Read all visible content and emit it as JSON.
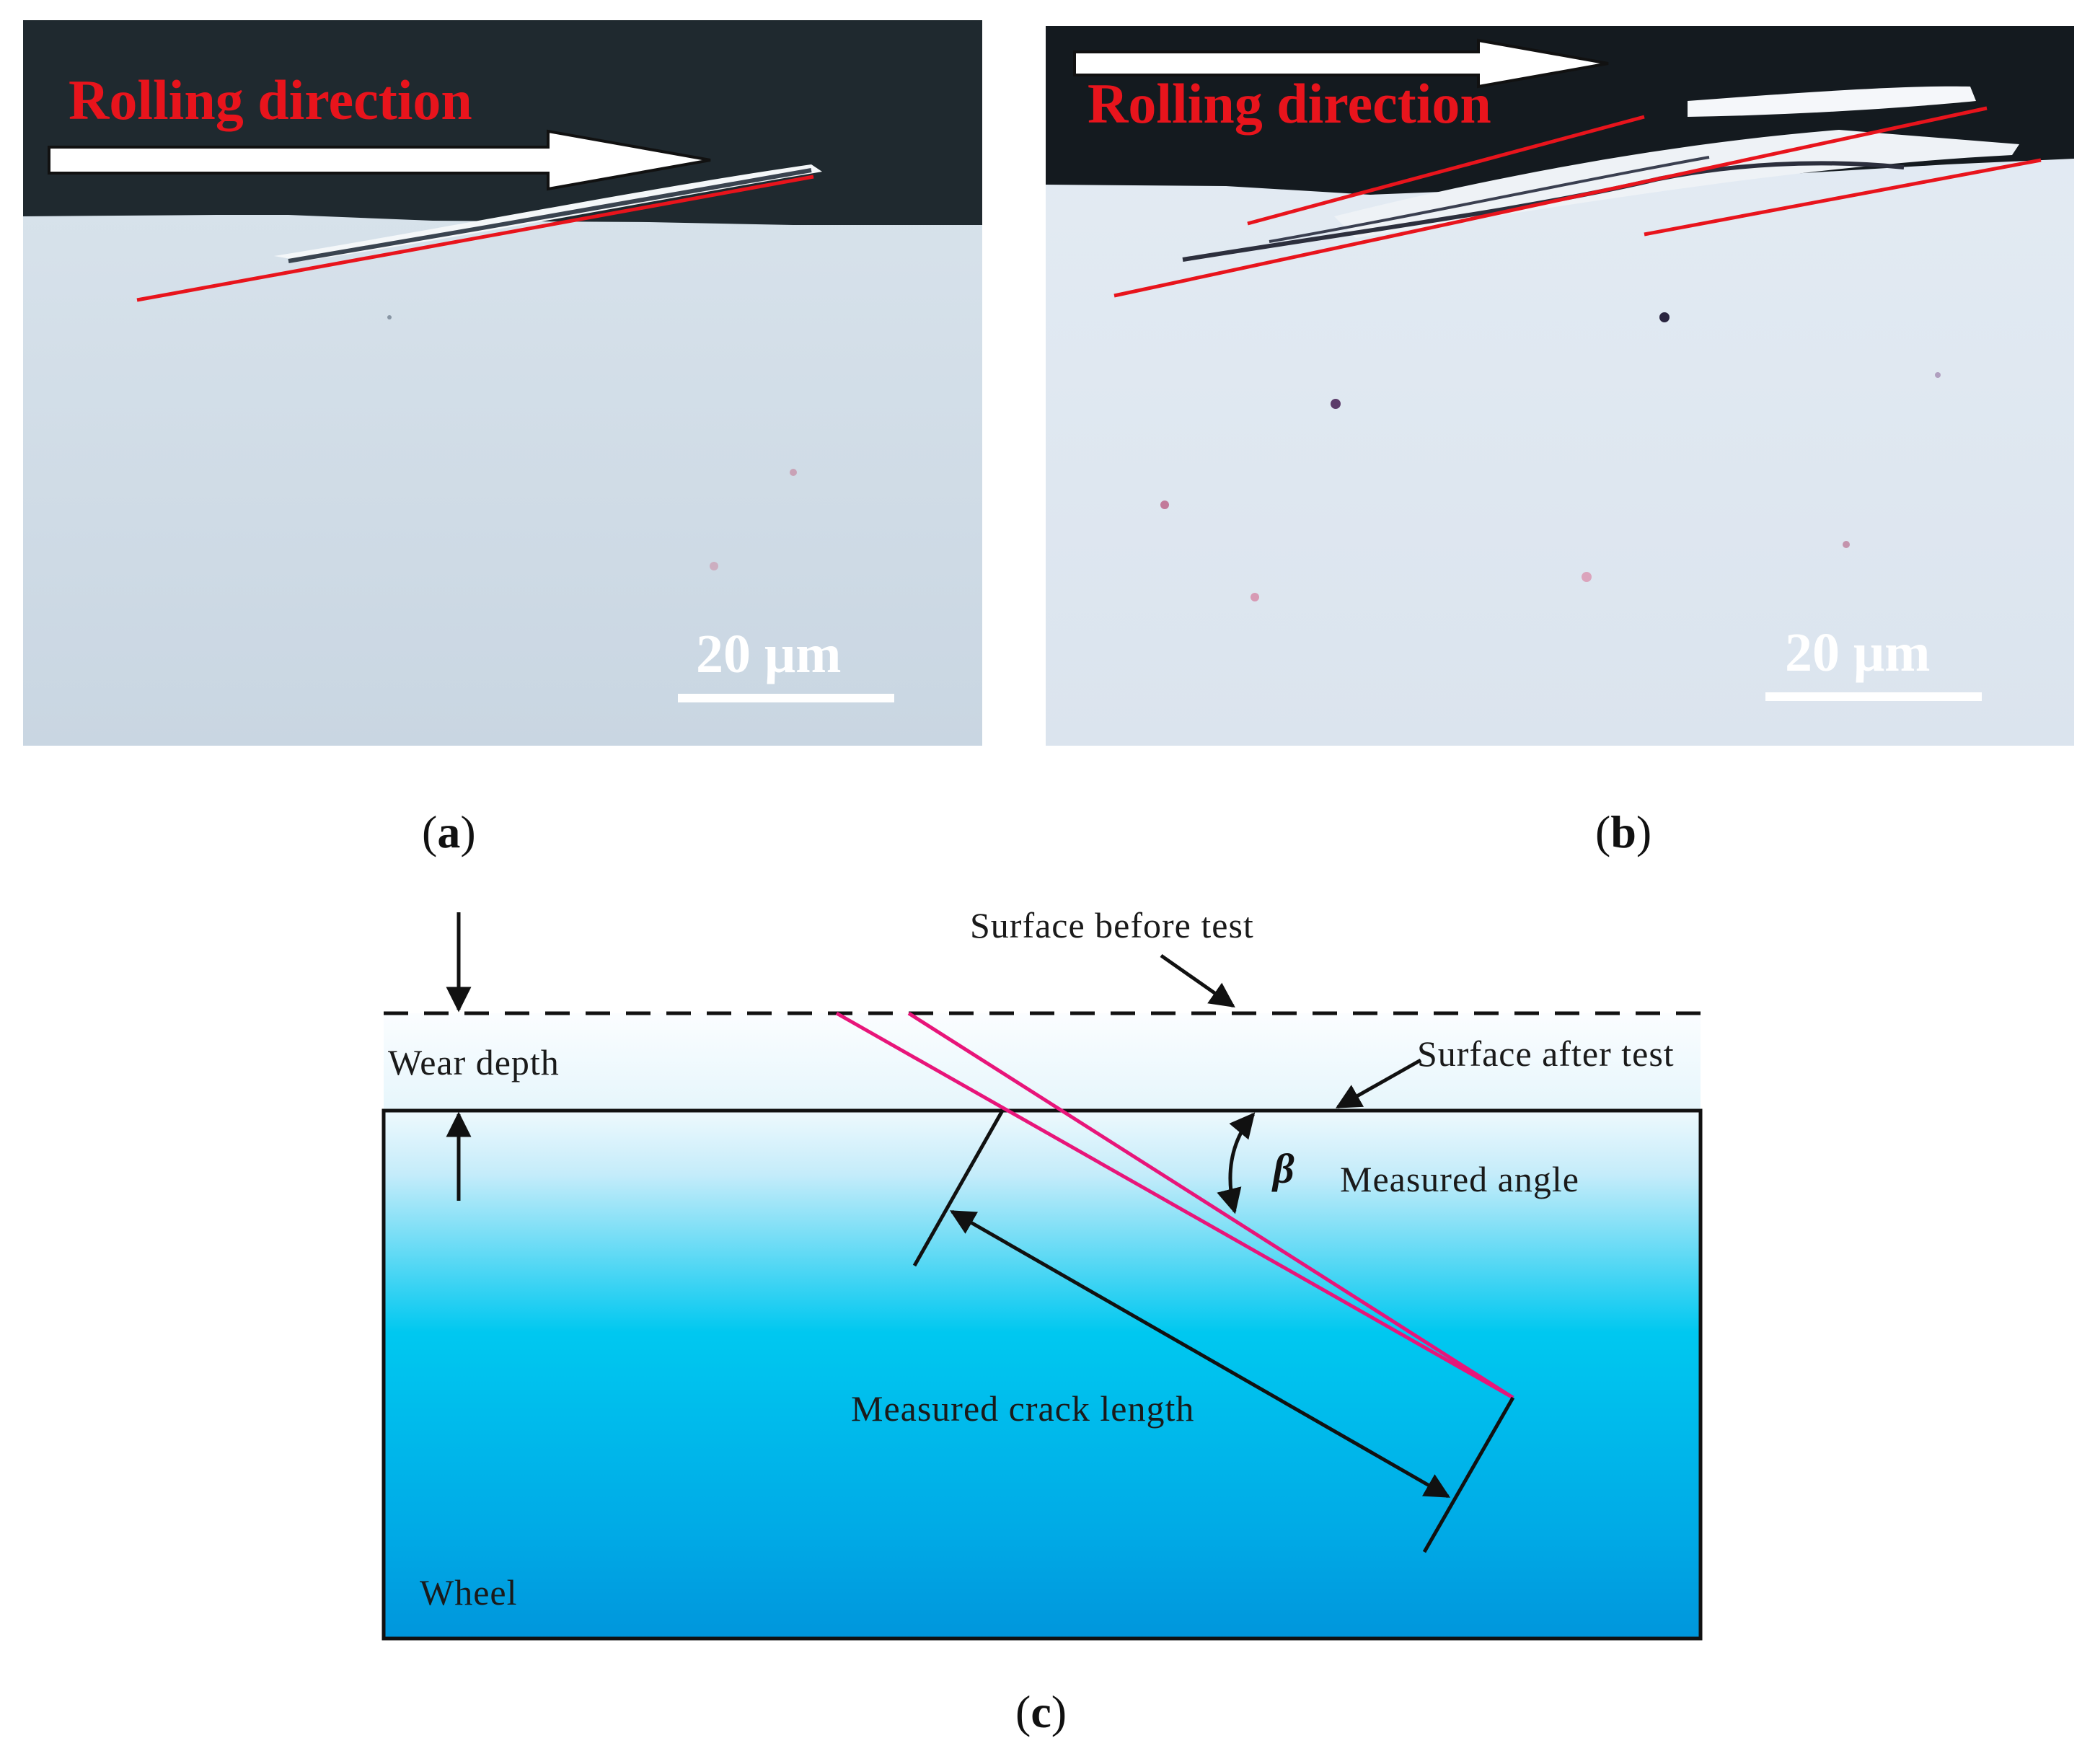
{
  "panels": {
    "a": {
      "label_open": "(",
      "label_letter": "a",
      "label_close": ")",
      "direction_text": "Rolling direction",
      "scale_text": "20 μm"
    },
    "b": {
      "label_open": "(",
      "label_letter": "b",
      "label_close": ")",
      "direction_text": "Rolling direction",
      "scale_text": "20 μm"
    },
    "c": {
      "label_open": "(",
      "label_letter": "c",
      "label_close": ")",
      "surface_before": "Surface before test",
      "surface_after": "Surface after test",
      "wear_depth": "Wear depth",
      "beta": "β",
      "measured_angle": "Measured angle",
      "measured_crack_length": "Measured crack length",
      "wheel": "Wheel"
    }
  },
  "colors": {
    "annotation_red": "#e8141c",
    "crack_magenta": "#e8157a",
    "metal_light": "#d4e3ee",
    "mount_dark": "#1f2a30",
    "wheel_top": "#e8f6fc",
    "wheel_mid": "#00c6ee",
    "wheel_bottom": "#0099dd"
  }
}
